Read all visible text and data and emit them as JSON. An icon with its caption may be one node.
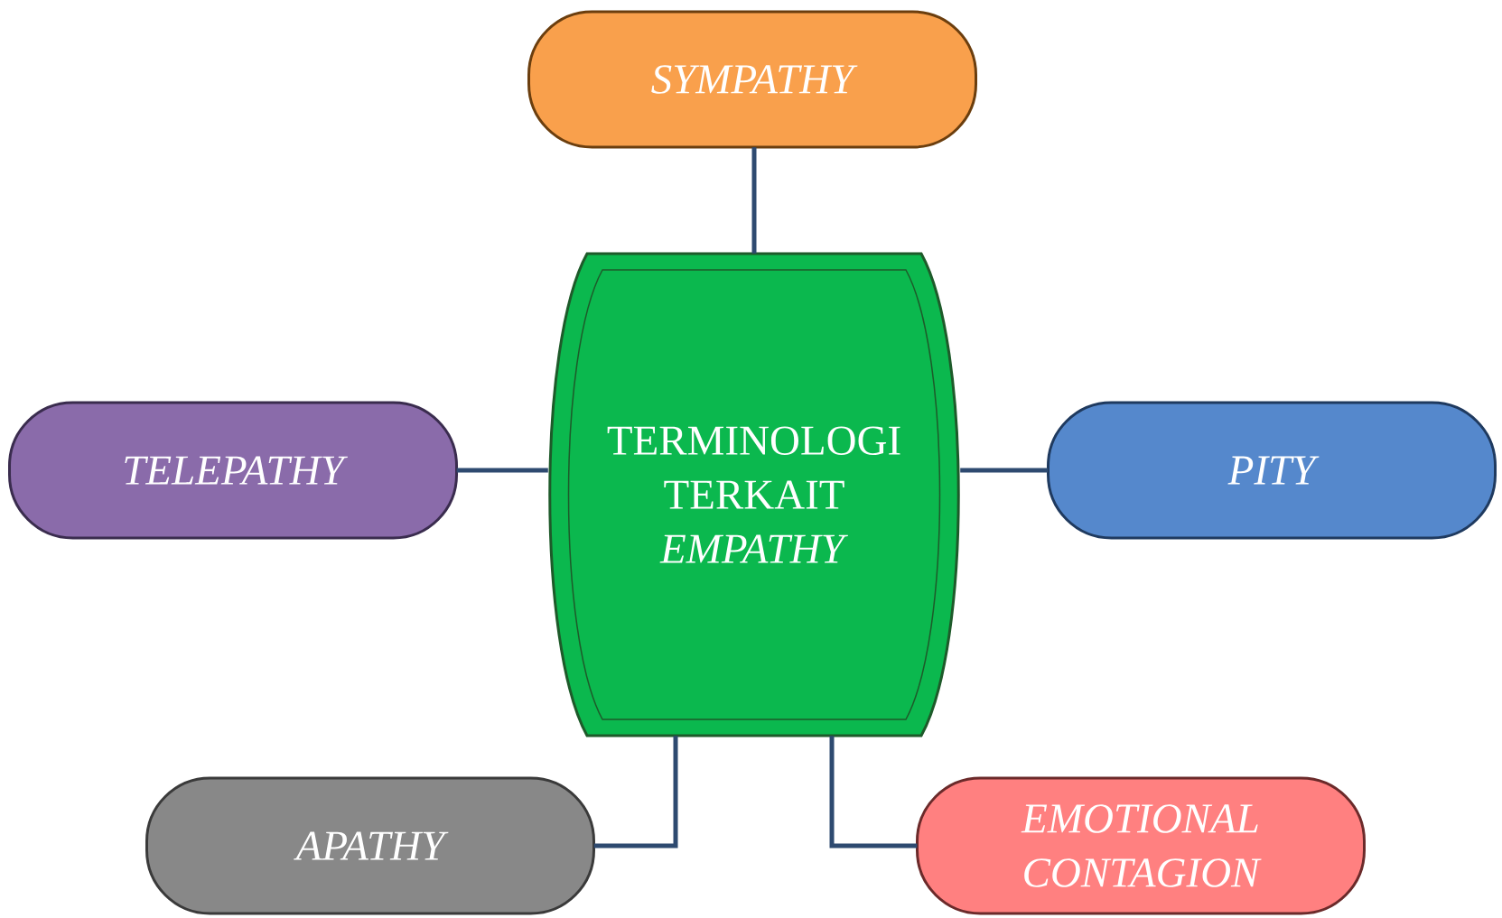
{
  "diagram": {
    "nodes": [
      {
        "text": [
          "SYMPATHY"
        ]
      },
      {
        "text": [
          "TERMINOLOGI TERKAIT *EMPATHY*"
        ]
      },
      {
        "text": [
          "TELEPATHY"
        ]
      },
      {
        "text": [
          "PITY"
        ]
      },
      {
        "text": [
          "APATHY"
        ]
      },
      {
        "text": [
          "EMOTIONAL CONTAGION"
        ]
      }
    ],
    "edges": [
      {
        "from": 1,
        "to": 0,
        "arrow": "none"
      },
      {
        "from": 1,
        "to": 2,
        "arrow": "none"
      },
      {
        "from": 1,
        "to": 3,
        "arrow": "none"
      },
      {
        "from": 1,
        "to": 4,
        "arrow": "none"
      },
      {
        "from": 1,
        "to": 5,
        "arrow": "none"
      }
    ]
  }
}
